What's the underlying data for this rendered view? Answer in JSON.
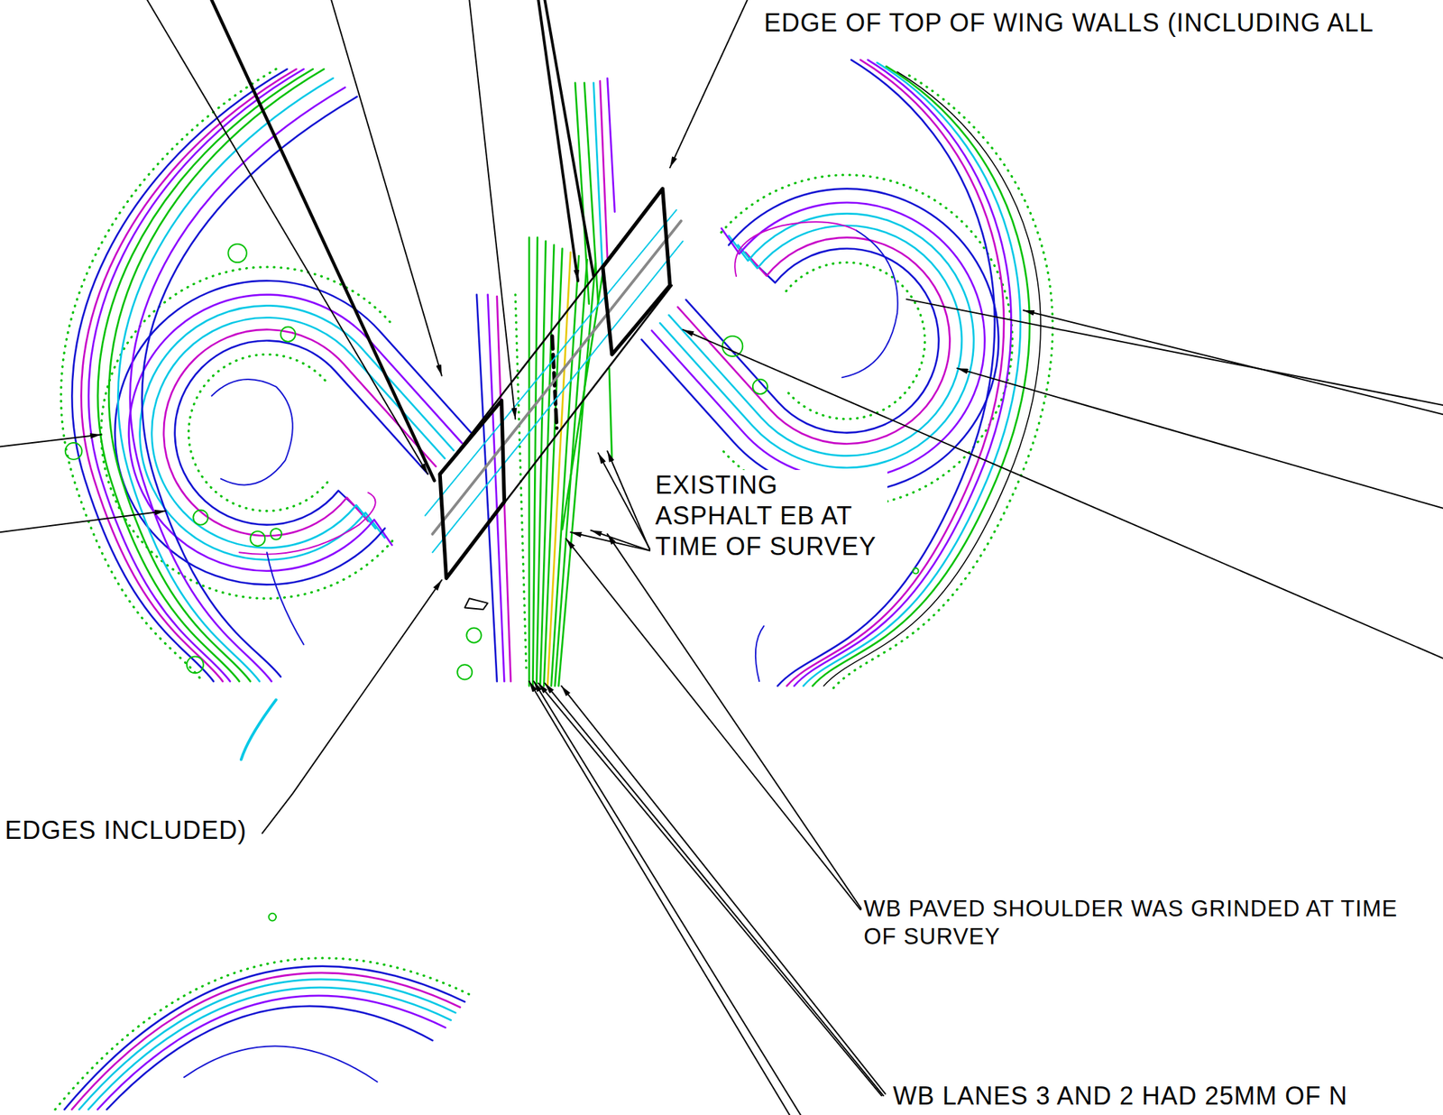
{
  "diagram": {
    "labels": [
      "EDGE OF TOP OF WING WALLS (INCLUDING ALL",
      "EDGES INCLUDED)",
      "EXISTING ASPHALT EB AT TIME OF SURVEY",
      "WB PAVED SHOULDER WAS GRINDED AT TIME OF SURVEY",
      "WB LANES 3 AND 2 HAD 25MM OF N"
    ]
  }
}
